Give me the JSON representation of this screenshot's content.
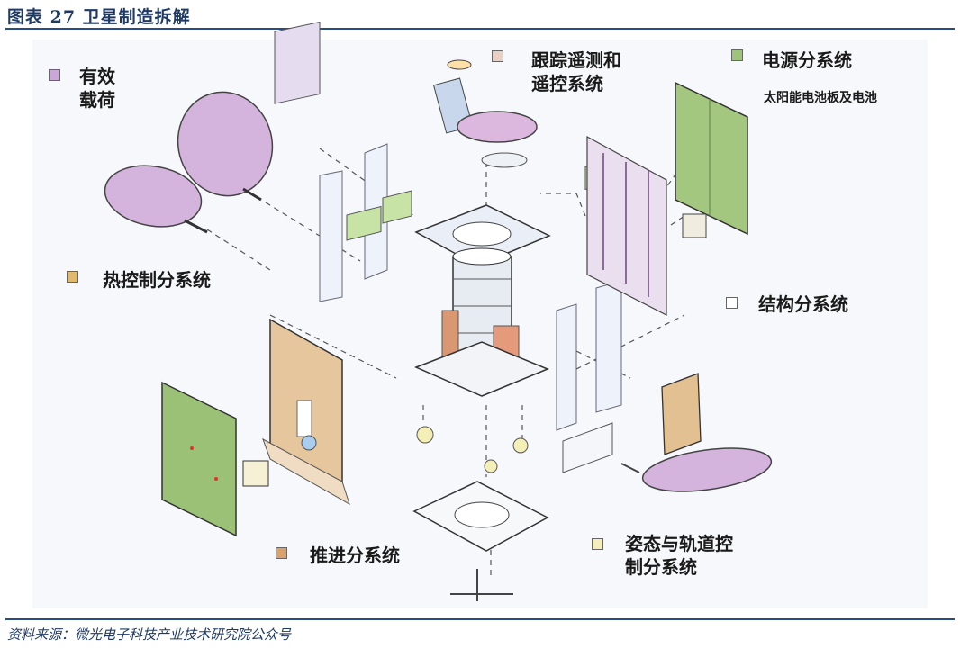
{
  "figure": {
    "title": "图表 27   卫星制造拆解",
    "source": "资料来源：微光电子科技产业技术研究院公众号"
  },
  "labels": {
    "payload": {
      "line1": "有效",
      "line2": "载荷",
      "color": "#c9a7d8"
    },
    "ttc": {
      "line1": "跟踪遥测和",
      "line2": "遥控系统",
      "color": "#e9d0c2"
    },
    "power": {
      "line1": "电源分系统",
      "sub": "太阳能电池板及电池",
      "color": "#9ec37a"
    },
    "thermal": {
      "line1": "热控制分系统",
      "color": "#e0b96c"
    },
    "structure": {
      "line1": "结构分系统",
      "color": "#ffffff"
    },
    "propulsion": {
      "line1": "推进分系统",
      "color": "#d9a26c"
    },
    "attitude": {
      "line1": "姿态与轨道控",
      "line2": "制分系统",
      "color": "#f4eebf"
    }
  }
}
